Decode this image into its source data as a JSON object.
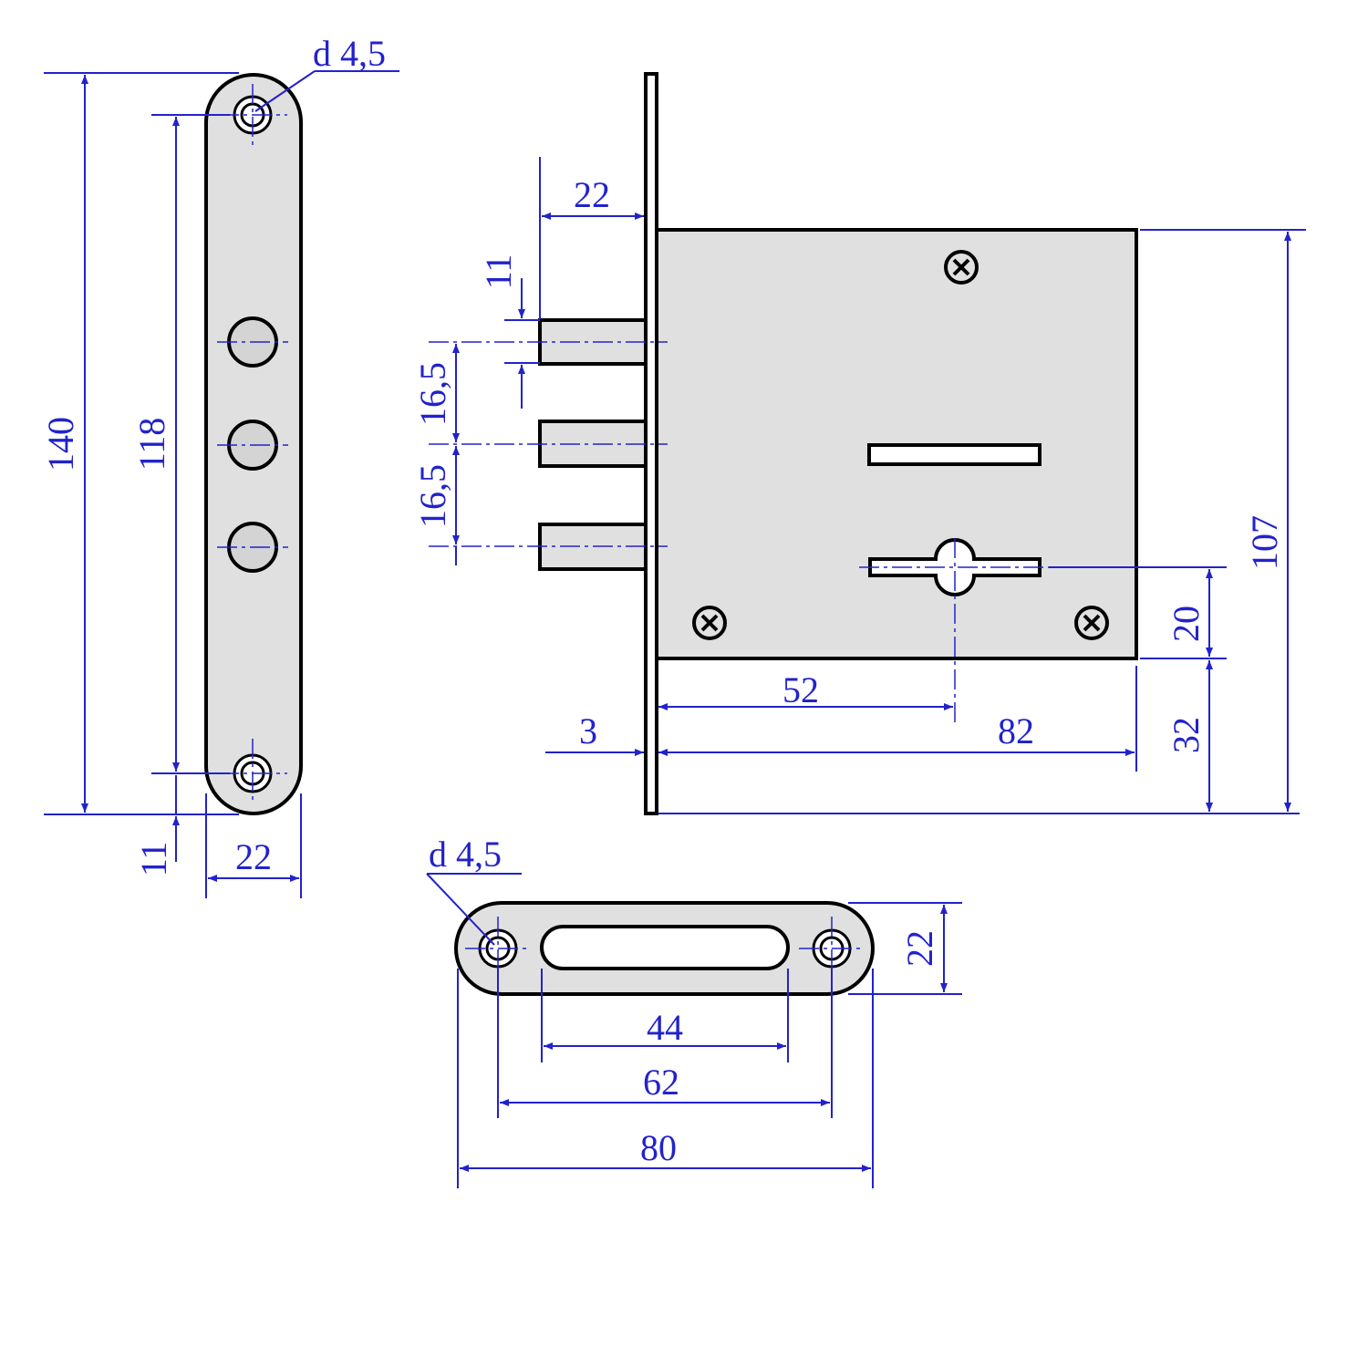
{
  "labels": {
    "hole_dia_top": "d 4,5",
    "strip_length": "140",
    "strip_hole_spacing": "118",
    "strip_edge_offset": "11",
    "strip_width": "22",
    "bolt_projection": "22",
    "bolt_thickness": "11",
    "bolt_pitch_upper": "16,5",
    "bolt_pitch_lower": "16,5",
    "body_height": "107",
    "keyhole_offset": "20",
    "keyhole_to_bottom": "32",
    "keyhole_backset": "52",
    "faceplate_thickness": "3",
    "body_depth": "82",
    "hole_dia_bottom": "d 4,5",
    "striker_height": "22",
    "slot_length": "44",
    "striker_hole_spacing": "62",
    "striker_length": "80"
  },
  "colors": {
    "dimension": "#2222cc",
    "part_fill": "#e0e0e0",
    "outline": "#000000"
  }
}
